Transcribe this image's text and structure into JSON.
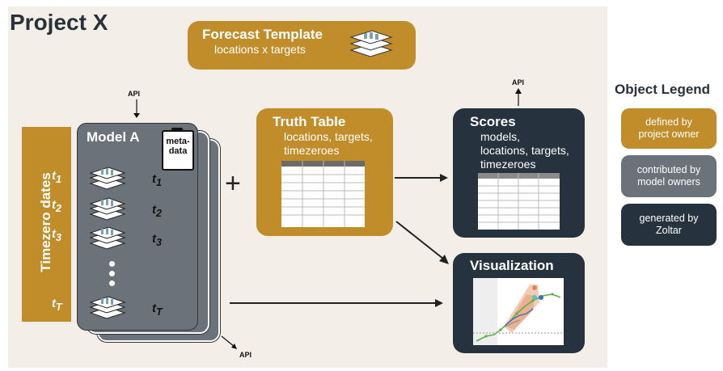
{
  "project_title": "Project X",
  "forecast_template": {
    "title": "Forecast Template",
    "subtitle": "locations x targets"
  },
  "timezero_label": "Timezero dates",
  "model": {
    "title": "Model A",
    "metadata_line1": "meta-",
    "metadata_line2": "data",
    "rows": [
      {
        "sub": "1"
      },
      {
        "sub": "2"
      },
      {
        "sub": "3"
      },
      {
        "sub": "T"
      }
    ]
  },
  "plus": "+",
  "truth_table": {
    "title": "Truth Table",
    "line1": "locations, targets,",
    "line2": "timezeroes"
  },
  "scores": {
    "title": "Scores",
    "line1": "models,",
    "line2": "locations, targets,",
    "line3": "timezeroes"
  },
  "visualization": {
    "title": "Visualization"
  },
  "api_labels": {
    "top_model": "API",
    "top_scores": "API",
    "bottom_model": "API"
  },
  "legend": {
    "title": "Object Legend",
    "items": [
      {
        "label": "defined by project owner",
        "line1": "defined by",
        "line2": "project owner",
        "color": "#c08d2a"
      },
      {
        "label": "contributed by model owners",
        "line1": "contributed by",
        "line2": "model owners",
        "color": "#6b727a"
      },
      {
        "label": "generated by Zoltar",
        "line1": "generated by",
        "line2": "Zoltar",
        "color": "#26323e"
      }
    ]
  },
  "colors": {
    "gold": "#c08d2a",
    "gray": "#6b727a",
    "dark": "#26323e",
    "canvas": "#f3efe8"
  }
}
